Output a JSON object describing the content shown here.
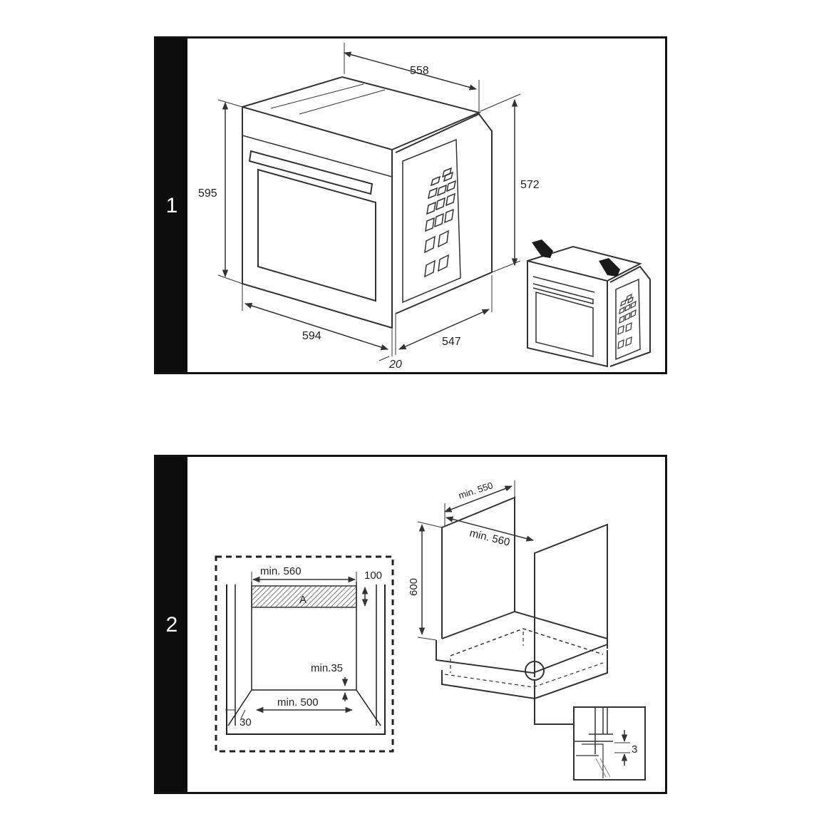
{
  "panels": [
    {
      "number": "1"
    },
    {
      "number": "2"
    }
  ],
  "dims1": {
    "top_depth": "558",
    "height_front": "595",
    "height_side": "572",
    "width": "594",
    "depth": "547",
    "offset": "20"
  },
  "dims2": {
    "min_width": "min. 560",
    "top_gap": "100",
    "vent_label": "A",
    "min_gap": "min.35",
    "min_bottom": "min. 500",
    "side_gap": "30",
    "cab_depth": "min. 550",
    "cab_width": "min. 560",
    "cab_height": "600",
    "detail_gap": "3"
  }
}
